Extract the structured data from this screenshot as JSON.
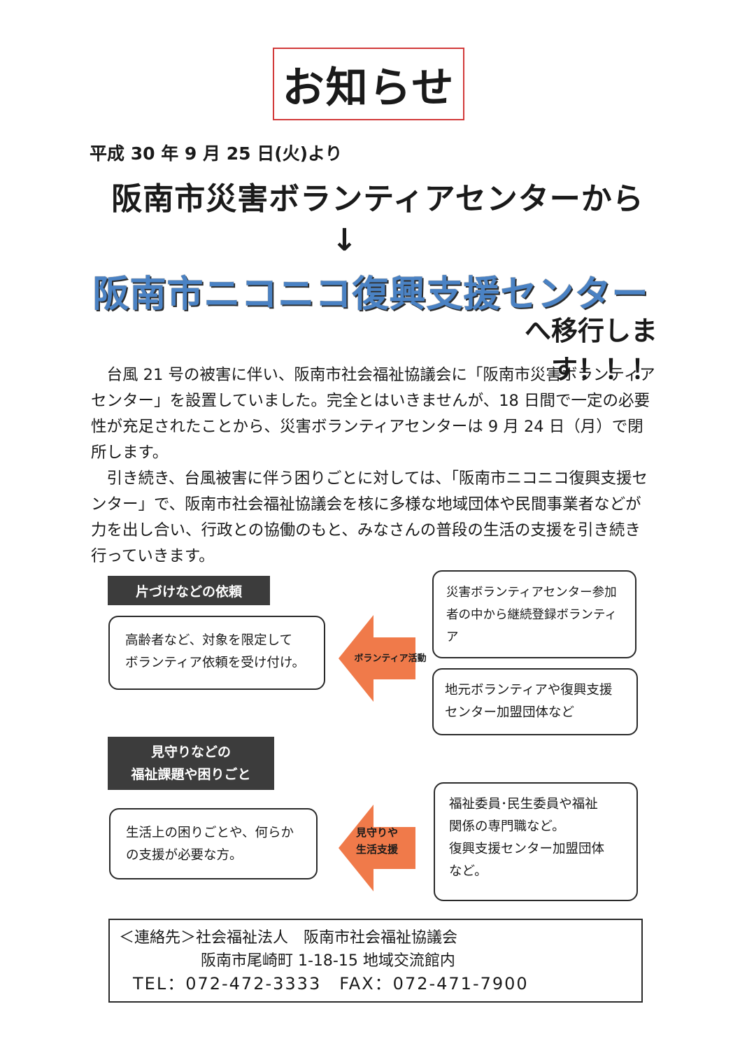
{
  "header": {
    "title": "お知らせ",
    "date_line": "平成 30 年 9 月 25 日(火)より",
    "from_line": "阪南市災害ボランティアセンターから",
    "arrow": "↓",
    "center_name": "阪南市ニコニコ復興支援センター",
    "moving_line": "へ移行します！！！"
  },
  "body": {
    "paragraph1": "台風 21 号の被害に伴い、阪南市社会福祉協議会に「阪南市災害ボランティアセンター」を設置していました。完全とはいきませんが、18 日間で一定の必要性が充足されたことから、災害ボランティアセンターは 9 月 24 日（月）で閉所します。",
    "paragraph2": "引き続き、台風被害に伴う困りごとに対しては、「阪南市ニコニコ復興支援センター」で、阪南市社会福祉協議会を核に多様な地域団体や民間事業者などが力を出し合い、行政との協働のもと、みなさんの普段の生活の支援を引き続き行っていきます。"
  },
  "diagram": {
    "section1": {
      "label": "片づけなどの依頼",
      "request_line1": "高齢者など、対象を限定して",
      "request_line2": "ボランティア依頼を受け付け。",
      "arrow_label": "ボランティア活動",
      "provider1": "災害ボランティアセンター参加者の中から継続登録ボランティア",
      "provider2_line1": "地元ボランティアや復興支援",
      "provider2_line2": "センター加盟団体など"
    },
    "section2": {
      "label_line1": "見守りなどの",
      "label_line2": "福祉課題や困りごと",
      "need_line1": "生活上の困りごとや、何らか",
      "need_line2": "の支援が必要な方。",
      "arrow_label_line1": "見守りや",
      "arrow_label_line2": "生活支援",
      "provider_line1": "福祉委員･民生委員や福祉",
      "provider_line2": "関係の専門職など。",
      "provider_line3": "復興支援センター加盟団体",
      "provider_line4": "など。"
    },
    "arrow_color": "#f07a4a",
    "label_bg": "#3c3c3c"
  },
  "contact": {
    "line1": "＜連絡先＞社会福祉法人　阪南市社会福祉協議会",
    "line2": "阪南市尾崎町 1-18-15 地域交流館内",
    "line3": "TEL：072-472-3333　FAX：072-471-7900"
  },
  "colors": {
    "title_border": "#d23a3a",
    "center_name": "#4a82c4"
  }
}
